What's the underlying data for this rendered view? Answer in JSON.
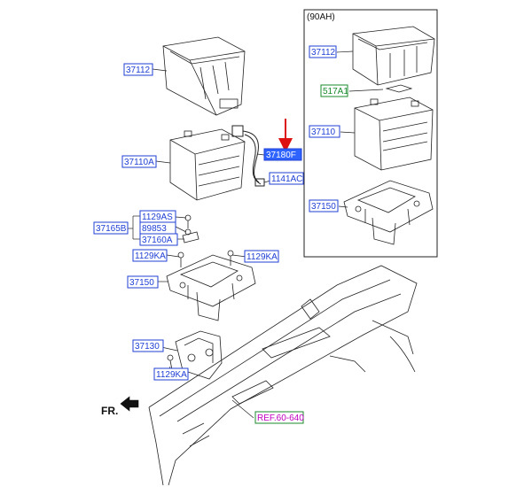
{
  "inset_title": "(90AH)",
  "direction_label": "FR.",
  "colors": {
    "label_blue": "#1f3fd6",
    "label_green": "#1a8a2e",
    "label_magenta": "#c000c0",
    "highlight_fill": "#2f63ff",
    "arrow_red": "#dd1111",
    "line": "#222222"
  },
  "labels": {
    "tray_main": "37112",
    "battery_main": "37110A",
    "cable": "37180F",
    "bolt_cable": "1141AC",
    "bolt_1129as": "1129AS",
    "bolt_89853": "89853",
    "clamp_assy": "37165B",
    "clamp": "37160A",
    "bolt_left": "1129KA",
    "bolt_right": "1129KA",
    "bracket": "37150",
    "mount": "37130",
    "bolt_bottom": "1129KA",
    "reference": "REF.60-640",
    "inset_tray": "37112",
    "inset_insulator": "517A1",
    "inset_battery": "37110",
    "inset_bracket": "37150"
  }
}
